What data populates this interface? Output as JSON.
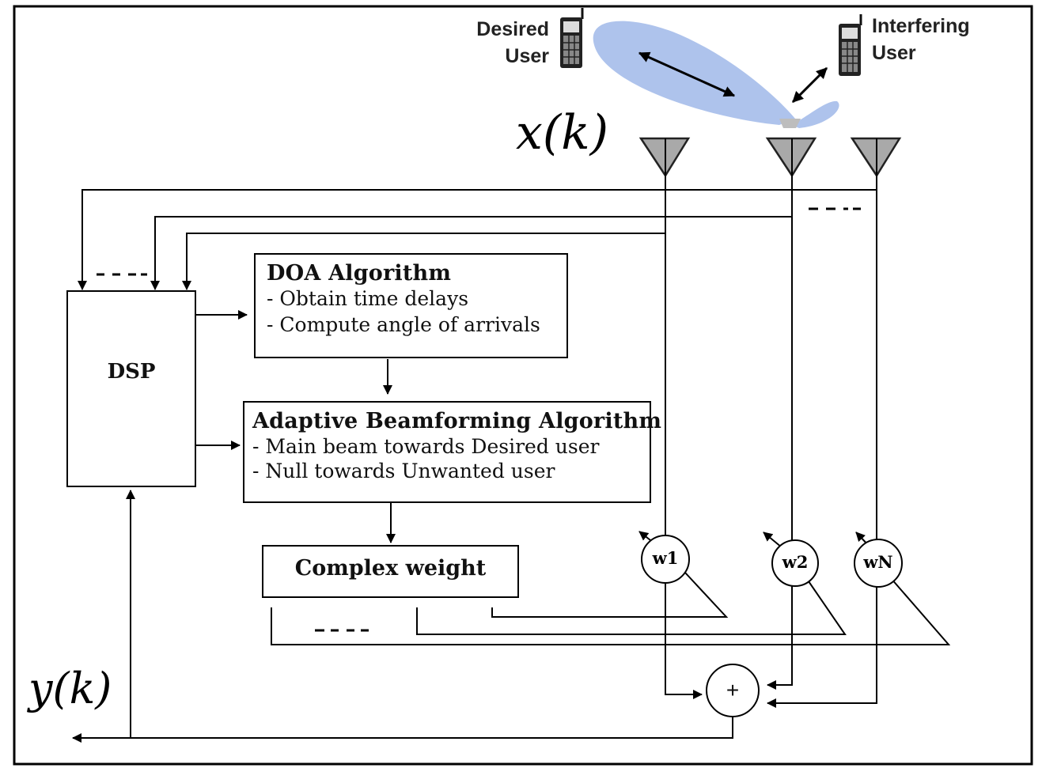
{
  "users": {
    "desired": "Desired\nUser",
    "interfering": "Interfering\nUser"
  },
  "signals": {
    "input": "x(k)",
    "output": "y(k)"
  },
  "dsp": {
    "label": "DSP"
  },
  "doa": {
    "title": "DOA Algorithm",
    "lines": [
      "- Obtain time delays",
      "- Compute angle of arrivals"
    ]
  },
  "beamforming": {
    "title": "Adaptive Beamforming Algorithm",
    "lines": [
      "- Main beam towards Desired user",
      "- Null towards Unwanted user"
    ]
  },
  "complex_weight": {
    "label": "Complex weight"
  },
  "weights": [
    "w1",
    "w2",
    "wN"
  ],
  "summer": {
    "symbol": "+"
  },
  "ellipsis": "- - -",
  "colors": {
    "beam": "#aec3ec",
    "antenna": "#a9a9a9",
    "lines": "#000000"
  },
  "icons": [
    "mobile-phone-icon",
    "antenna-icon",
    "beam-lobe-icon"
  ]
}
